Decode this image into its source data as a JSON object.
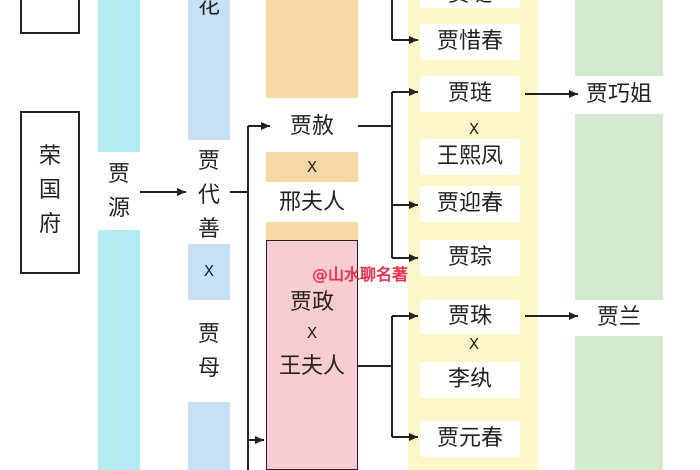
{
  "colors": {
    "cyan": "#b3ebf2",
    "blue": "#c6e0f7",
    "orange": "#f8d7a6",
    "pink": "#f9cccf",
    "yellow": "#fdf6c9",
    "green": "#d3eacf",
    "watermark": "#e8344e"
  },
  "left": {
    "house": "荣国府"
  },
  "gen1": {
    "name": "贾源"
  },
  "gen2": {
    "top": "花",
    "name": "贾代善",
    "x": "X",
    "spouse": "贾母"
  },
  "gen3": {
    "she": "贾赦",
    "she_x": "X",
    "she_wife": "邢夫人",
    "zheng": "贾政",
    "zheng_x": "X",
    "zheng_wife": "王夫人"
  },
  "gen4": {
    "cutoff": "贾琏",
    "xichun": "贾惜春",
    "lian": "贾琏",
    "lian_x": "X",
    "lian_wife": "王熙凤",
    "yingchun": "贾迎春",
    "cong": "贾琮",
    "zhu": "贾珠",
    "zhu_x": "X",
    "zhu_wife": "李纨",
    "yuanchun": "贾元春"
  },
  "gen5": {
    "qiaojie": "贾巧姐",
    "lan": "贾兰"
  },
  "watermark": "@山水聊名著"
}
